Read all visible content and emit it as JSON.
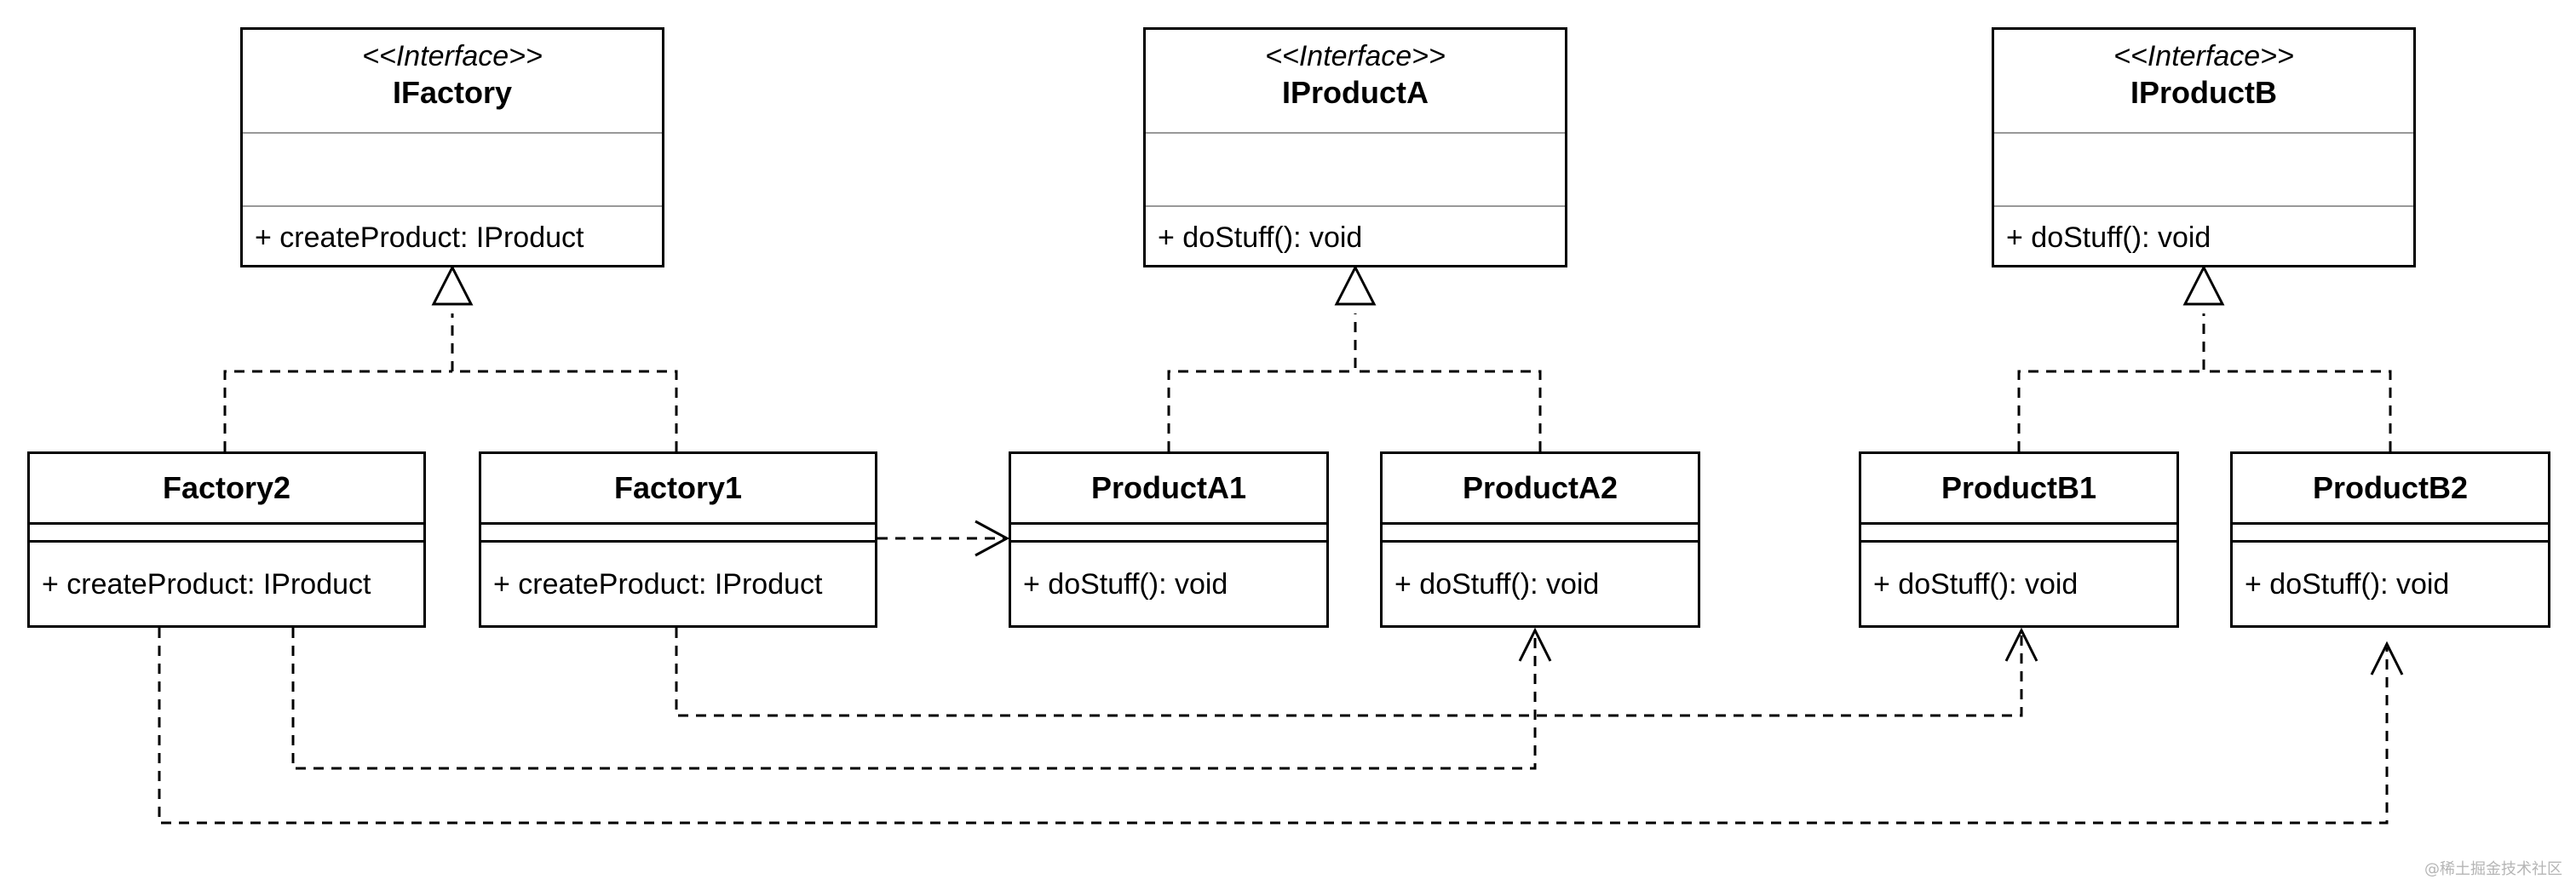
{
  "interfaces": {
    "ifactory": {
      "stereotype": "<<Interface>>",
      "name": "IFactory",
      "operation": "+ createProduct: IProduct"
    },
    "iproducta": {
      "stereotype": "<<Interface>>",
      "name": "IProductA",
      "operation": "+ doStuff(): void"
    },
    "iproductb": {
      "stereotype": "<<Interface>>",
      "name": "IProductB",
      "operation": "+ doStuff(): void"
    }
  },
  "classes": {
    "factory2": {
      "name": "Factory2",
      "operation": "+ createProduct: IProduct"
    },
    "factory1": {
      "name": "Factory1",
      "operation": "+ createProduct: IProduct"
    },
    "producta1": {
      "name": "ProductA1",
      "operation": "+ doStuff(): void"
    },
    "producta2": {
      "name": "ProductA2",
      "operation": "+ doStuff(): void"
    },
    "productb1": {
      "name": "ProductB1",
      "operation": "+ doStuff(): void"
    },
    "productb2": {
      "name": "ProductB2",
      "operation": "+ doStuff(): void"
    }
  },
  "relationships": [
    {
      "type": "realization",
      "from": "Factory2",
      "to": "IFactory"
    },
    {
      "type": "realization",
      "from": "Factory1",
      "to": "IFactory"
    },
    {
      "type": "realization",
      "from": "ProductA1",
      "to": "IProductA"
    },
    {
      "type": "realization",
      "from": "ProductA2",
      "to": "IProductA"
    },
    {
      "type": "realization",
      "from": "ProductB1",
      "to": "IProductB"
    },
    {
      "type": "realization",
      "from": "ProductB2",
      "to": "IProductB"
    },
    {
      "type": "dependency",
      "from": "Factory1",
      "to": "ProductA1"
    },
    {
      "type": "dependency",
      "from": "Factory1",
      "to": "ProductB1"
    },
    {
      "type": "dependency",
      "from": "Factory2",
      "to": "ProductA2"
    },
    {
      "type": "dependency",
      "from": "Factory2",
      "to": "ProductB2"
    }
  ],
  "watermark": "@稀土掘金技术社区"
}
